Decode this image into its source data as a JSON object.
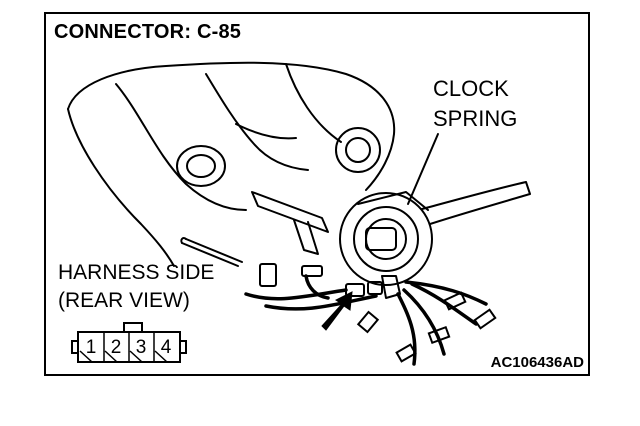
{
  "diagram": {
    "title": "CONNECTOR: C-85",
    "component_label": {
      "line1": "CLOCK",
      "line2": "SPRING"
    },
    "view_label": {
      "line1": "HARNESS SIDE",
      "line2": "(REAR VIEW)"
    },
    "connector_pins": [
      "1",
      "2",
      "3",
      "4"
    ],
    "figure_code": "AC106436AD"
  }
}
